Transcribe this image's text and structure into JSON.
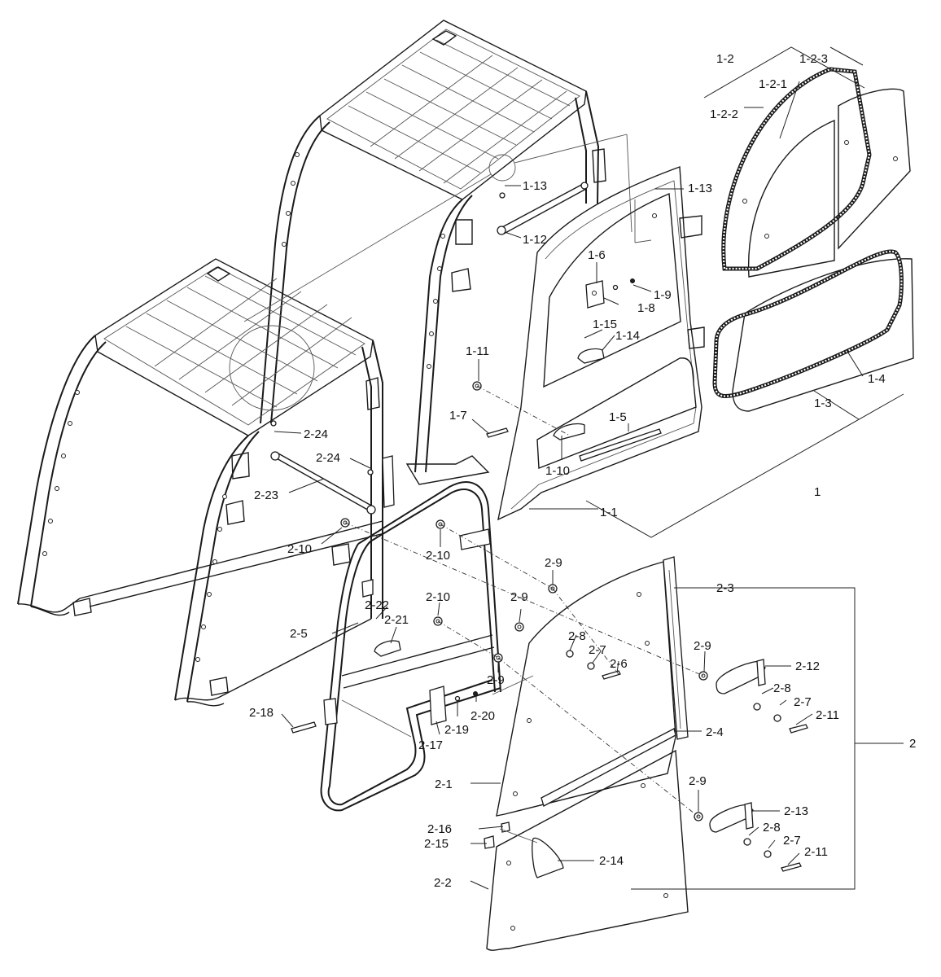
{
  "labels": {
    "p1": "1",
    "p1_1": "1-1",
    "p1_2": "1-2",
    "p1_2_1": "1-2-1",
    "p1_2_2": "1-2-2",
    "p1_2_3": "1-2-3",
    "p1_3": "1-3",
    "p1_4": "1-4",
    "p1_5": "1-5",
    "p1_6": "1-6",
    "p1_7": "1-7",
    "p1_8": "1-8",
    "p1_9": "1-9",
    "p1_10": "1-10",
    "p1_11": "1-11",
    "p1_12": "1-12",
    "p1_13a": "1-13",
    "p1_13b": "1-13",
    "p1_14": "1-14",
    "p1_15": "1-15",
    "p2": "2",
    "p2_1": "2-1",
    "p2_2": "2-2",
    "p2_3": "2-3",
    "p2_4": "2-4",
    "p2_5": "2-5",
    "p2_6": "2-6",
    "p2_7a": "2-7",
    "p2_7b": "2-7",
    "p2_7c": "2-7",
    "p2_8a": "2-8",
    "p2_8b": "2-8",
    "p2_8c": "2-8",
    "p2_9a": "2-9",
    "p2_9b": "2-9",
    "p2_9c": "2-9",
    "p2_9d": "2-9",
    "p2_9e": "2-9",
    "p2_10a": "2-10",
    "p2_10b": "2-10",
    "p2_10c": "2-10",
    "p2_11a": "2-11",
    "p2_11b": "2-11",
    "p2_12": "2-12",
    "p2_13": "2-13",
    "p2_14": "2-14",
    "p2_15": "2-15",
    "p2_16": "2-16",
    "p2_17": "2-17",
    "p2_18": "2-18",
    "p2_19": "2-19",
    "p2_20": "2-20",
    "p2_21": "2-21",
    "p2_22": "2-22",
    "p2_23": "2-23",
    "p2_24a": "2-24",
    "p2_24b": "2-24"
  }
}
